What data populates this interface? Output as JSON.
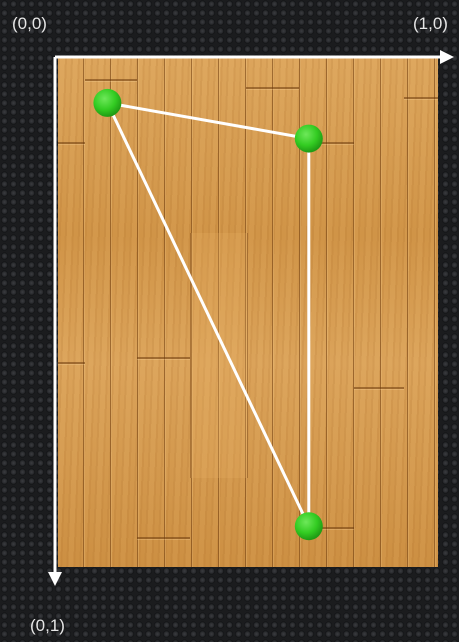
{
  "labels": {
    "origin": "(0,0)",
    "x_axis_end": "(1,0)",
    "y_axis_end": "(0,1)"
  },
  "points": [
    {
      "x": 0.13,
      "y": 0.09
    },
    {
      "x": 0.66,
      "y": 0.16
    },
    {
      "x": 0.66,
      "y": 0.92
    }
  ],
  "colors": {
    "axis": "#ffffff",
    "line": "#ffffff",
    "point": "#33cc22",
    "label": "#e6e6e6"
  }
}
